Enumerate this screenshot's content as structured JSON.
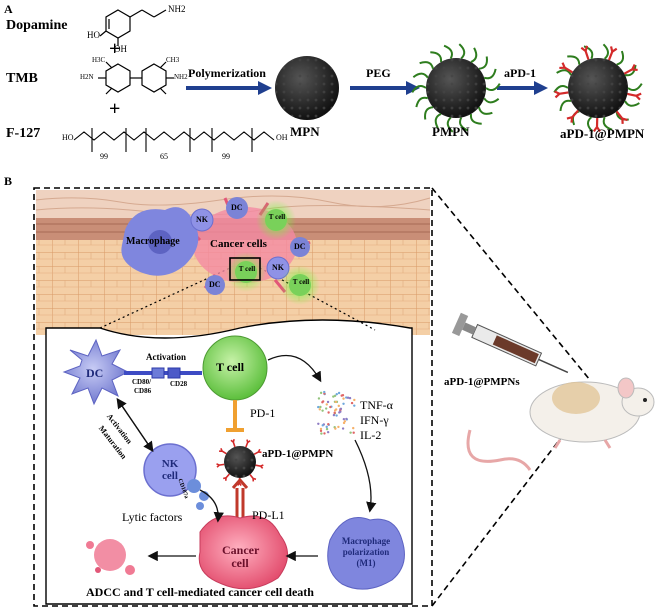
{
  "panel_a": {
    "label": "A",
    "reagents": [
      "Dopamine",
      "TMB",
      "F-127"
    ],
    "dopamine_groups": {
      "oh1": "HO",
      "oh2": "OH",
      "amine": "NH2"
    },
    "tmb_groups": {
      "me": "H3C",
      "me2": "CH3",
      "amine_left": "H2N",
      "amine_right": "NH2"
    },
    "f127_groups": {
      "ho": "HO",
      "oh": "OH",
      "n1": "99",
      "n2": "65",
      "n3": "99"
    },
    "plus": "+",
    "steps": [
      "Polymerization",
      "PEG",
      "aPD-1"
    ],
    "products": [
      "MPN",
      "PMPN",
      "aPD-1@PMPN"
    ]
  },
  "panel_b": {
    "label": "B",
    "tumor_labels": {
      "macrophage": "Macrophage",
      "cancer_cells": "Cancer cells",
      "nk": "NK",
      "dc": "DC",
      "t_cell": "T cell"
    },
    "inset": {
      "dc": "DC",
      "activation": "Activation",
      "cd80": "CD80/",
      "cd86": "CD86",
      "cd28": "CD28",
      "t_cell": "T cell",
      "pd1": "PD-1",
      "nanoparticle": "aPD-1@PMPN",
      "cytokines": [
        "TNF-α",
        "IFN-γ",
        "IL-2"
      ],
      "activation_rot": "Activation",
      "maturation": "Maturation",
      "nk_cell": "NK cell",
      "cd107a": "CD107a",
      "lytic": "Lytic factors",
      "pdl1": "PD-L1",
      "cancer_cell": "Cancer cell",
      "macrophage": "Macrophage polarization (M1)",
      "death": "ADCC and T cell-mediated cancer cell death"
    },
    "mouse_label": "aPD-1@PMPNs"
  },
  "colors": {
    "arrow_blue": "#1f3f8f",
    "skin_upper": "#e9c5ae",
    "skin_mid": "#d6a892",
    "tissue": "#f2c9a0",
    "cell_line": "#d79c6a",
    "dc": "#7b83d6",
    "t_cell": "#79d15a",
    "cancer": "#ee5a7a",
    "nk": "#8f92e6",
    "macrophage": "#7f86de",
    "pd1": "#f0a030",
    "antibody": "#d42a2a",
    "peg": "#2e7d1e"
  }
}
